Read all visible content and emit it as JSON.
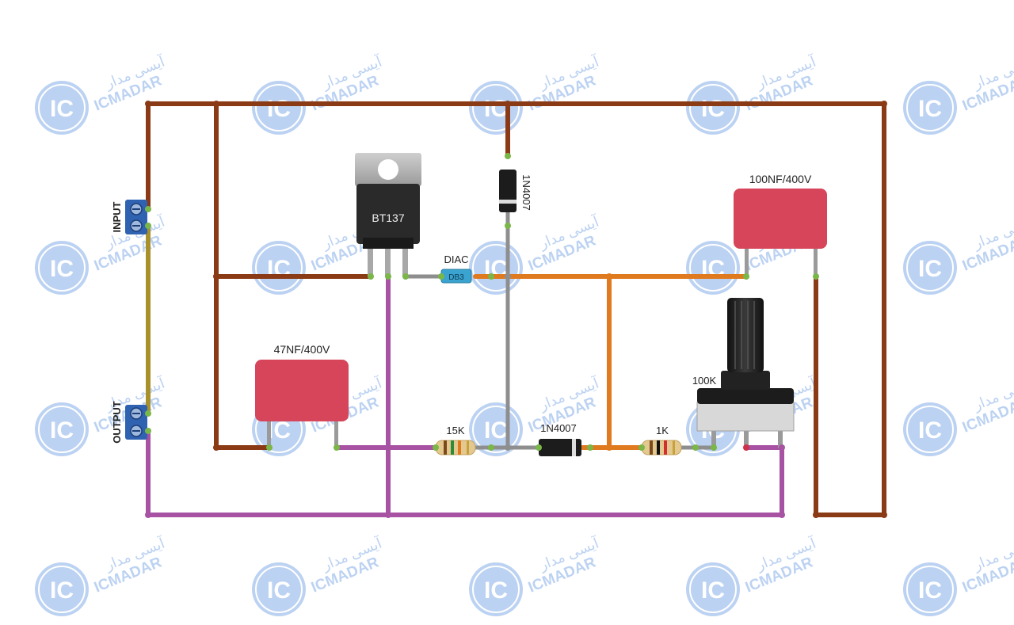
{
  "watermark": {
    "logo": "IC",
    "brand": "ICMADAR",
    "brand_fa": "آیسی مدار"
  },
  "terminals": {
    "input": "INPUT",
    "output": "OUTPUT"
  },
  "components": {
    "triac": "BT137",
    "diac_label": "DIAC",
    "diac_body": "DB3",
    "diode_top": "1N4007",
    "diode_bottom": "1N4007",
    "cap_large": "100NF/400V",
    "cap_small": "47NF/400V",
    "res_15k": "15K",
    "res_1k": "1K",
    "pot": "100K"
  },
  "colors": {
    "brown_wire": "#8a3a14",
    "purple_wire": "#a752a3",
    "orange_wire": "#e07a1f",
    "gray_wire": "#8e8e8e",
    "olive_wire": "#a8902a",
    "capacitor": "#d6455a",
    "terminal_block": "#2f62b0",
    "node": "#7ab648",
    "diac": "#3aa3cf"
  }
}
